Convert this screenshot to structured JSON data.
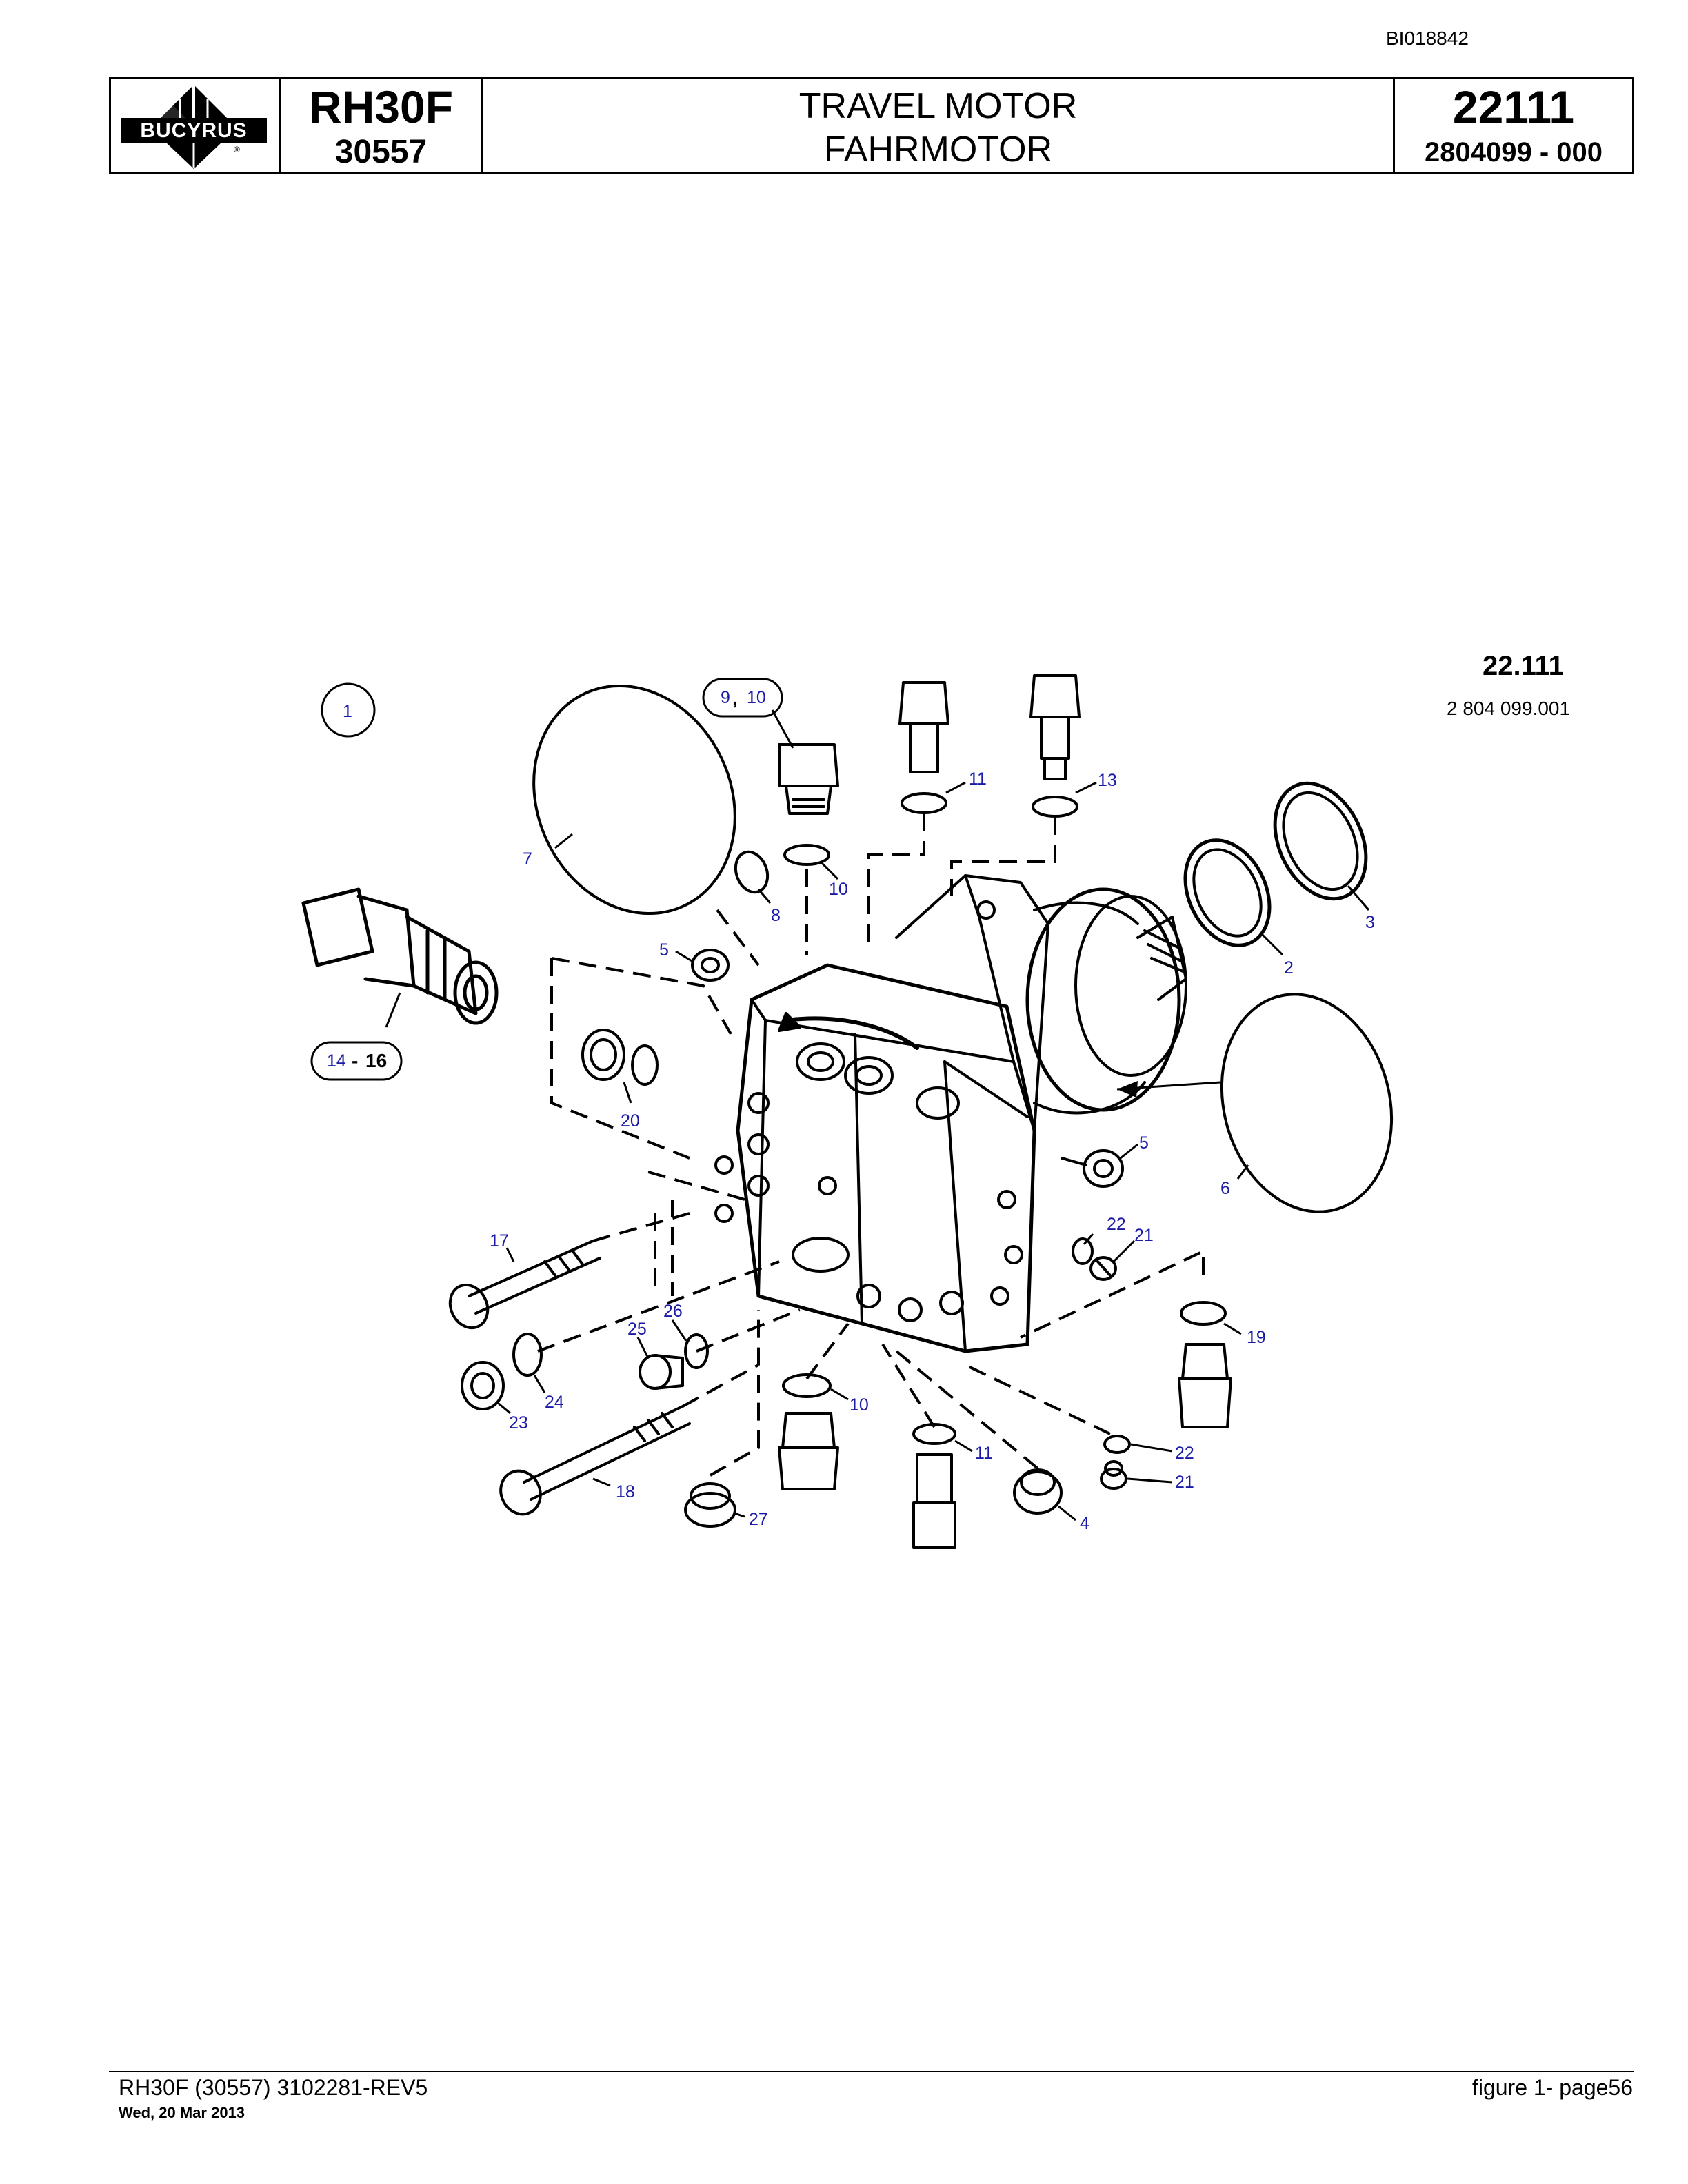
{
  "doc_id": "BI018842",
  "header": {
    "brand": "BUCYRUS",
    "model": "RH30F",
    "serial": "30557",
    "title_en": "TRAVEL MOTOR",
    "title_de": "FAHRMOTOR",
    "group_number": "22111",
    "part_number": "2804099  - 000"
  },
  "figure": {
    "ref_number": "22.111",
    "ref_sub": "2 804 099.001",
    "callouts": {
      "c1": "1",
      "c2": "2",
      "c3": "3",
      "c4": "4",
      "c5a": "5",
      "c5b": "5",
      "c6": "6",
      "c7": "7",
      "c8": "8",
      "c9": "9",
      "c9_10_comma": ",",
      "c10_top": "10",
      "c10a": "10",
      "c10b": "10",
      "c11a": "11",
      "c11b": "11",
      "c13": "13",
      "c14": "14",
      "c14_dash": "-",
      "c16": "16",
      "c17": "17",
      "c18": "18",
      "c19": "19",
      "c20": "20",
      "c21a": "21",
      "c21b": "21",
      "c22a": "22",
      "c22b": "22",
      "c23": "23",
      "c24": "24",
      "c25": "25",
      "c26": "26",
      "c27": "27"
    }
  },
  "footer": {
    "doc_ref": "RH30F (30557) 3102281-REV5",
    "date": "Wed, 20 Mar 2013",
    "page": "figure  1- page56"
  }
}
